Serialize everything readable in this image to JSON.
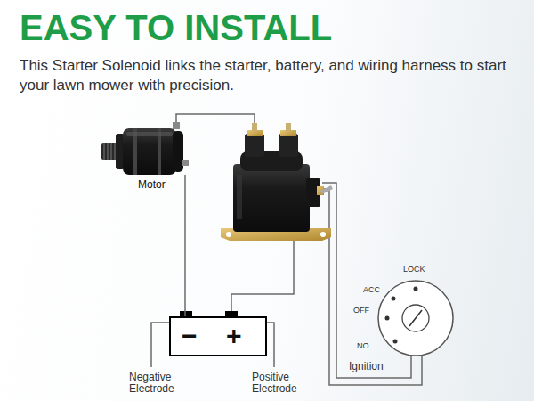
{
  "diagram": {
    "title": "EASY TO INSTALL",
    "nodes": [
      {
        "text": [
          "Motor"
        ]
      },
      {
        "text": [
          "−",
          "+"
        ]
      }
    ],
    "edges": [
      {
        "from": 0,
        "to": 1,
        "arrow": "none"
      }
    ],
    "labels": [
      "This Starter Solenoid links the starter, battery, and wiring harness to start your lawn mower with precision.",
      "Negative Electrode",
      "Positive Electrode",
      "LOCK",
      "ACC",
      "OFF",
      "NO",
      "Ignition"
    ]
  }
}
